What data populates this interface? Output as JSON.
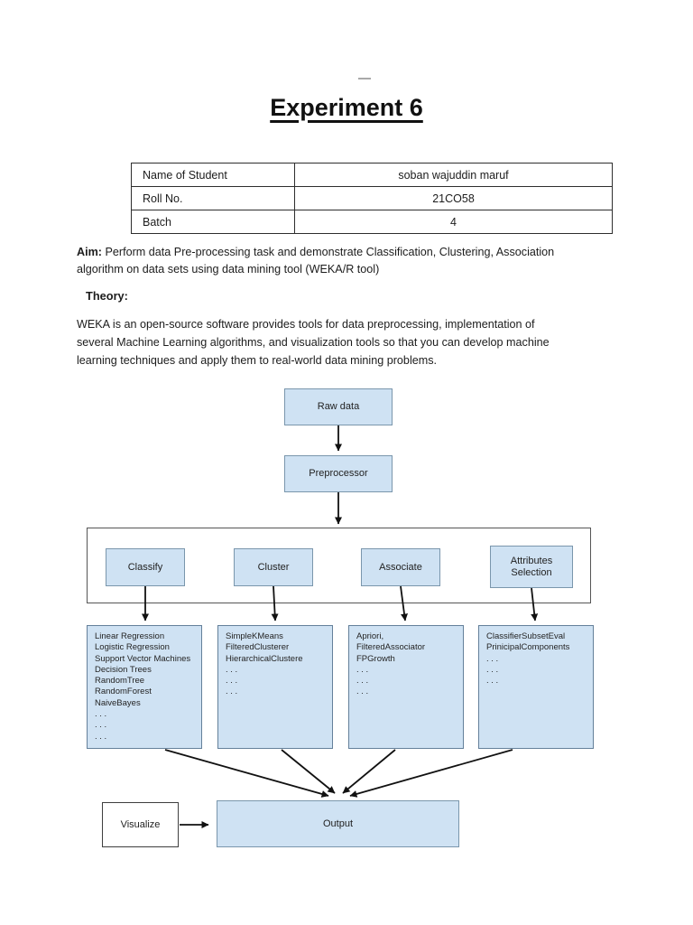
{
  "title": "Experiment 6",
  "student_table": {
    "rows": [
      {
        "label": "Name of Student",
        "value": "soban wajuddin maruf"
      },
      {
        "label": "Roll No.",
        "value": "21CO58"
      },
      {
        "label": "Batch",
        "value": "4"
      }
    ]
  },
  "aim": {
    "label": "Aim:",
    "line1": "Perform data Pre-processing task and demonstrate Classification, Clustering, Association",
    "line2": "algorithm on data sets using data mining tool (WEKA/R tool)"
  },
  "theory": {
    "heading": "Theory:",
    "lines": [
      "WEKA is an open-source software provides tools for data preprocessing, implementation of",
      "several Machine Learning algorithms, and visualization tools so that you can develop machine",
      "learning techniques and apply them to real-world data mining problems."
    ]
  },
  "diagram": {
    "colors": {
      "box_fill": "#cfe2f3",
      "box_border": "#7a96ac",
      "container_border": "#555555",
      "arrow": "#111111"
    },
    "nodes": {
      "raw_data": "Raw data",
      "preprocessor": "Preprocessor",
      "classify": "Classify",
      "cluster": "Cluster",
      "associate": "Associate",
      "attributes_selection": "Attributes Selection",
      "visualize": "Visualize",
      "output": "Output"
    },
    "lists": [
      {
        "name": "classify-algorithms",
        "items": [
          "Linear Regression",
          "Logistic Regression",
          "Support Vector Machines",
          "Decision Trees",
          "RandomTree",
          "RandomForest",
          "NaiveBayes",
          ". . .",
          ". . .",
          ". . ."
        ]
      },
      {
        "name": "cluster-algorithms",
        "items": [
          "SimpleKMeans",
          "FilteredClusterer",
          "HierarchicalClustere",
          ". . .",
          ". . .",
          ". . ."
        ]
      },
      {
        "name": "associate-algorithms",
        "items": [
          "Apriori,",
          "FilteredAssociator",
          "FPGrowth",
          ". . .",
          ". . .",
          ". . ."
        ]
      },
      {
        "name": "attribute-selection-algorithms",
        "items": [
          "ClassifierSubsetEval",
          "PrinicipalComponents",
          ". . .",
          ". . .",
          ". . ."
        ]
      }
    ]
  }
}
